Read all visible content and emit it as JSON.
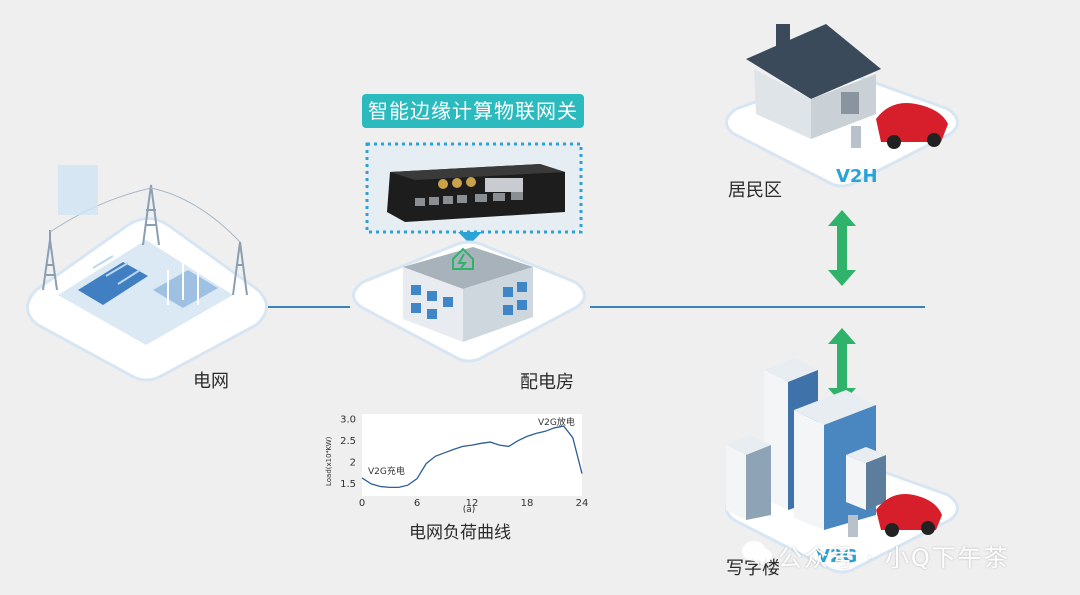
{
  "gateway": {
    "title": "智能边缘计算物联网关"
  },
  "nodes": {
    "grid": "电网",
    "substation": "配电房",
    "residential": "居民区",
    "office": "写字楼"
  },
  "tags": {
    "v2h": "V2H",
    "v2g": "V2G"
  },
  "chart": {
    "caption": "电网负荷曲线"
  },
  "chart_data": {
    "type": "line",
    "title": "",
    "xlabel": "(a)",
    "ylabel": "Load(x10⁴KW)",
    "xlim": [
      0,
      24
    ],
    "ylim": [
      1.2,
      3.1
    ],
    "xticks": [
      0,
      6,
      12,
      18,
      24
    ],
    "yticks": [
      1.5,
      2,
      2.5,
      3.0
    ],
    "ytick_labels": [
      "1.5",
      "2",
      "2.5",
      "3.0"
    ],
    "series": [
      {
        "x": [
          0,
          1,
          2,
          3,
          4,
          5,
          6,
          7,
          8,
          9,
          10,
          11,
          12,
          13,
          14,
          15,
          16,
          17,
          18,
          19,
          20,
          21,
          22,
          23,
          24
        ],
        "values": [
          1.62,
          1.48,
          1.42,
          1.4,
          1.4,
          1.45,
          1.6,
          1.95,
          2.12,
          2.2,
          2.28,
          2.35,
          2.38,
          2.42,
          2.45,
          2.38,
          2.35,
          2.48,
          2.58,
          2.65,
          2.7,
          2.78,
          2.82,
          2.55,
          1.72
        ]
      }
    ],
    "annotations": [
      "V2G充电",
      "V2G放电"
    ]
  },
  "watermark": {
    "text": "公众号 · 小Q下午茶"
  },
  "colors": {
    "accent": "#2bbbbf",
    "arrow": "#2fb36b",
    "line": "#2e5f94",
    "car": "#d61f2b"
  }
}
